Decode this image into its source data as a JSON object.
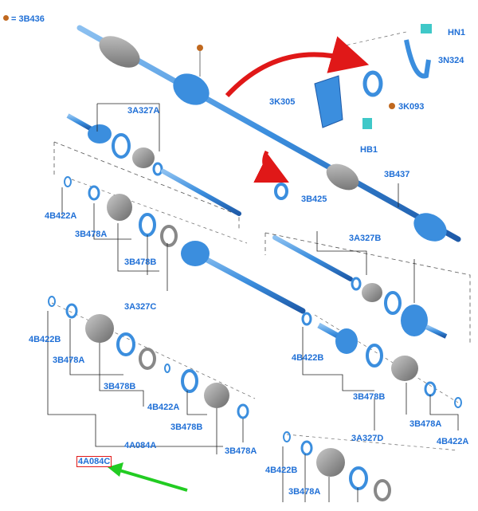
{
  "legend": {
    "text": "= 3B436",
    "dot_color": "#c0681e"
  },
  "colors": {
    "label": "#1f6fd6",
    "part": "#3b8ede",
    "part_dark": "#1e5aa8",
    "boot": "#8a8a8a",
    "line": "#222222",
    "red_arrow": "#e01818",
    "green_arrow": "#22cc22",
    "clip": "#3fc8c8"
  },
  "labels": {
    "hn1": "HN1",
    "n3n324": "3N324",
    "k3k305": "3K305",
    "k3k093": "3K093",
    "hb1": "HB1",
    "a3a327a": "3A327A",
    "b3b425": "3B425",
    "b3b437": "3B437",
    "b4b422a_1": "4B422A",
    "b3b478a_1": "3B478A",
    "b3b478b_1": "3B478B",
    "a3a327c": "3A327C",
    "a3a327b": "3A327B",
    "b4b422b_1": "4B422B",
    "b3b478a_2": "3B478A",
    "b4b422b_2": "4B422B",
    "b3b478b_2": "3B478B",
    "b4b422a_2": "4B422A",
    "b3b478b_3": "3B478B",
    "a4a084a": "4A084A",
    "b3b478a_3": "3B478A",
    "a4a084c": "4A084C",
    "b3b478b_4": "3B478B",
    "a3a327d": "3A327D",
    "b3b478a_4": "3B478A",
    "b4b422a_3": "4B422A",
    "b4b422b_3": "4B422B",
    "b3b478a_5": "3B478A"
  }
}
